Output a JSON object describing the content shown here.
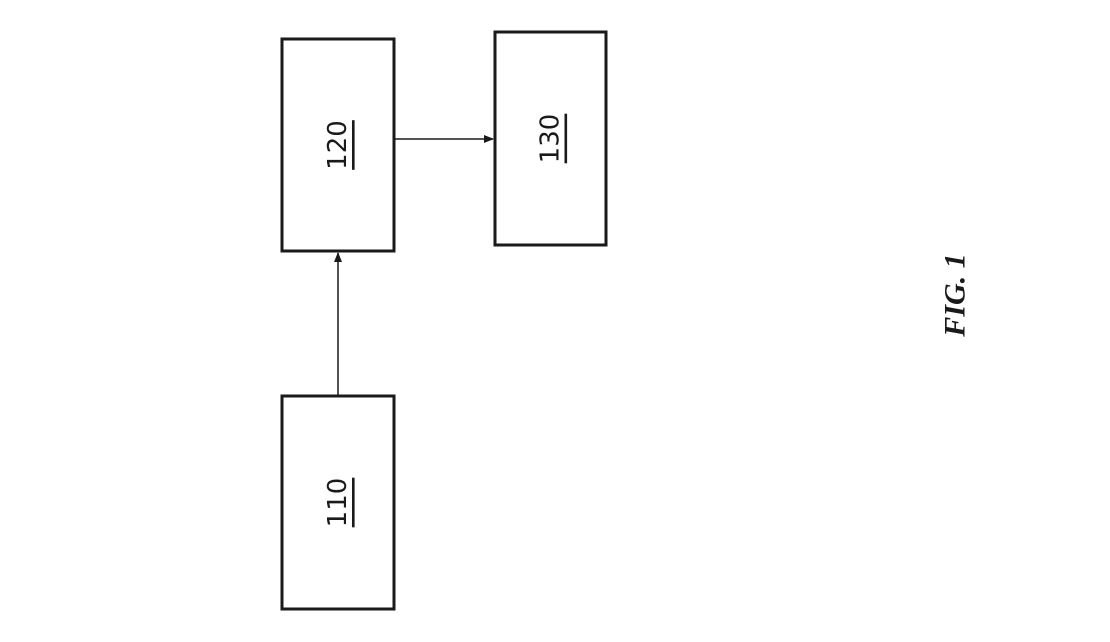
{
  "figure": {
    "caption": "FIG. 1"
  },
  "blocks": [
    {
      "id": "110",
      "label": "110"
    },
    {
      "id": "120",
      "label": "120"
    },
    {
      "id": "130",
      "label": "130"
    }
  ],
  "connections": [
    {
      "from": "110",
      "to": "120"
    },
    {
      "from": "120",
      "to": "130"
    }
  ],
  "colors": {
    "stroke": "#1a1a1a",
    "background": "#ffffff"
  }
}
